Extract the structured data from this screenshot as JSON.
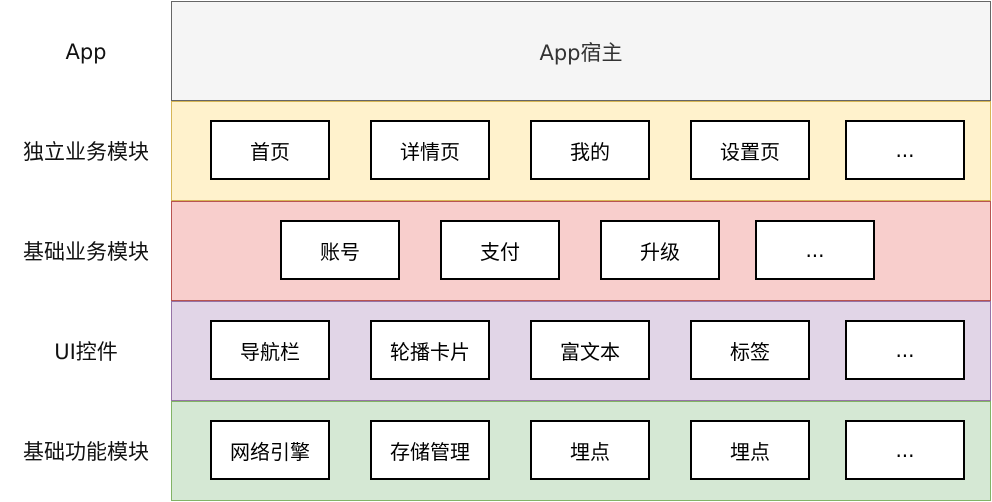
{
  "colors": {
    "app_fill": "#f5f5f5",
    "app_border": "#666666",
    "business_fill": "#fff2cc",
    "business_border": "#d6b656",
    "foundation_fill": "#f8cecc",
    "foundation_border": "#b85450",
    "ui_fill": "#e1d5e7",
    "ui_border": "#9673a6",
    "function_fill": "#d5e8d4",
    "function_border": "#82b366"
  },
  "layers": [
    {
      "label": "App",
      "host": "App宿主"
    },
    {
      "label": "独立业务模块",
      "modules": [
        "首页",
        "详情页",
        "我的",
        "设置页",
        "..."
      ]
    },
    {
      "label": "基础业务模块",
      "modules": [
        "账号",
        "支付",
        "升级",
        "..."
      ]
    },
    {
      "label": "UI控件",
      "modules": [
        "导航栏",
        "轮播卡片",
        "富文本",
        "标签",
        "..."
      ]
    },
    {
      "label": "基础功能模块",
      "modules": [
        "网络引擎",
        "存储管理",
        "埋点",
        "埋点",
        "..."
      ]
    }
  ]
}
